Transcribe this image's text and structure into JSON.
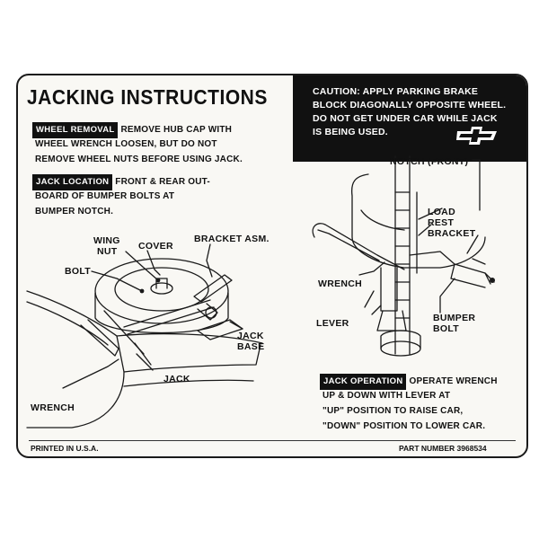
{
  "title": "JACKING INSTRUCTIONS",
  "caution": {
    "lines": [
      "CAUTION: APPLY PARKING BRAKE",
      "BLOCK DIAGONALLY OPPOSITE WHEEL.",
      "DO NOT GET UNDER CAR WHILE JACK",
      "IS BEING USED."
    ],
    "logo": "chevrolet-bowtie-icon"
  },
  "wheel_removal": {
    "label": "WHEEL REMOVAL",
    "text_1": "REMOVE HUB CAP WITH",
    "text_2": "WHEEL WRENCH LOOSEN, BUT DO NOT",
    "text_3": "REMOVE WHEEL NUTS BEFORE USING JACK."
  },
  "jack_location": {
    "label": "JACK LOCATION",
    "text_1": "FRONT & REAR OUT-",
    "text_2": "BOARD OF BUMPER BOLTS AT",
    "text_3": "BUMPER NOTCH."
  },
  "left_diagram": {
    "wing_nut_1": "WING",
    "wing_nut_2": "NUT",
    "cover": "COVER",
    "bracket_asm": "BRACKET ASM.",
    "bolt": "BOLT",
    "jack_base_1": "JACK",
    "jack_base_2": "BASE",
    "jack": "JACK",
    "wrench": "WRENCH"
  },
  "right_diagram": {
    "notch": "NOTCH (FRONT)",
    "load": "LOAD",
    "rest": "REST",
    "bracket": "BRACKET",
    "wrench": "WRENCH",
    "lever": "LEVER",
    "bumper_1": "BUMPER",
    "bumper_2": "BOLT"
  },
  "jack_operation": {
    "label": "JACK OPERATION",
    "text_1": "OPERATE WRENCH",
    "text_2": "UP & DOWN WITH LEVER AT",
    "text_3": "\"UP\" POSITION TO RAISE CAR,",
    "text_4": "\"DOWN\" POSITION TO LOWER CAR."
  },
  "footer": {
    "printed": "PRINTED IN U.S.A.",
    "part_number": "PART NUMBER 3968534"
  }
}
